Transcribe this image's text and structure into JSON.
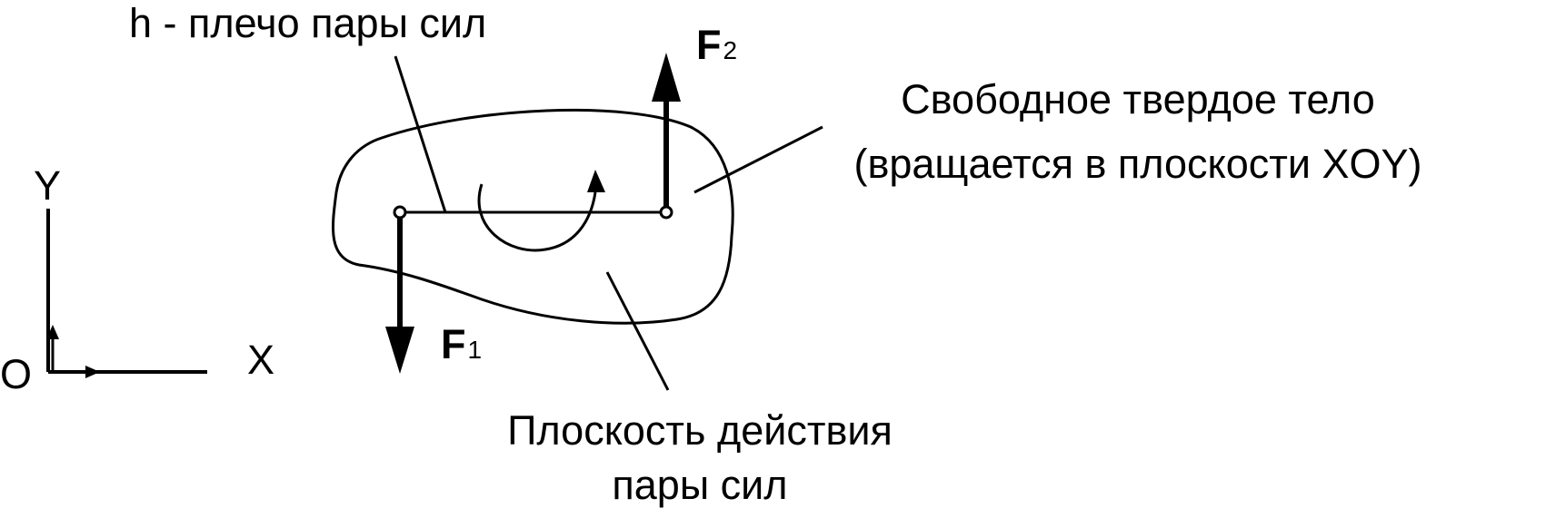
{
  "labels": {
    "arm": "h -  плечо пары сил",
    "body_line1": "Свободное твердое тело",
    "body_line2": "(вращается в плоскости XOY)",
    "plane_line1": "Плоскость действия",
    "plane_line2": "пары сил"
  },
  "axes": {
    "y": "Y",
    "x": "X",
    "origin": "O"
  },
  "forces": {
    "f1_letter": "F",
    "f1_index": "1",
    "f2_letter": "F",
    "f2_index": "2"
  },
  "colors": {
    "ink": "#000000",
    "background": "#ffffff"
  }
}
